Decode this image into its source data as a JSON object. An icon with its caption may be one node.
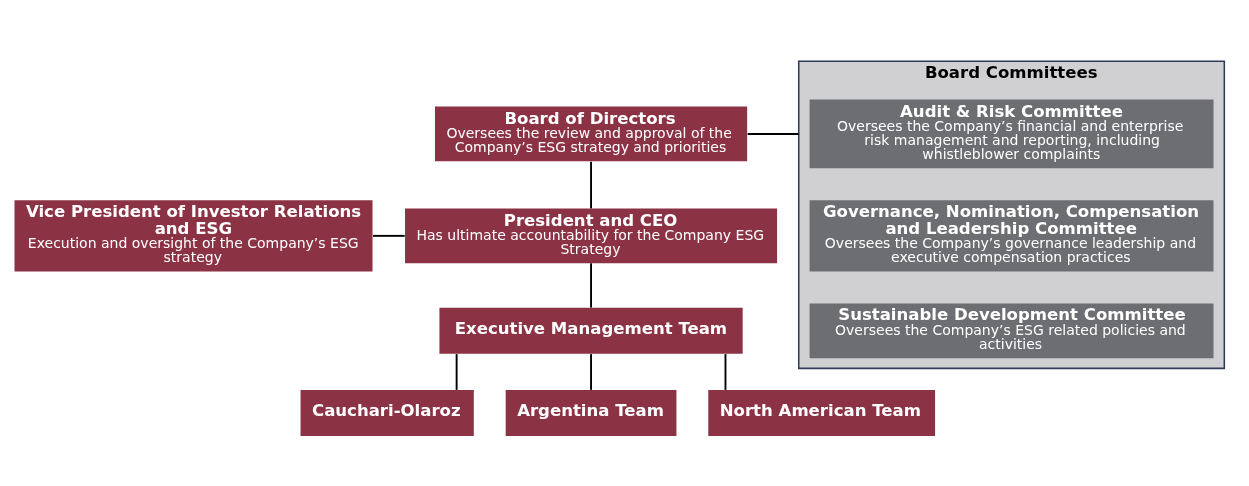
{
  "diagram": {
    "nodes": [
      {
        "text": [
          "Board of Directors",
          "Oversees the review and approval of the Company’s ESG strategy and priorities"
        ]
      },
      {
        "text": [
          "Board Committees"
        ]
      },
      {
        "text": [
          "Audit & Risk Committee",
          "Oversees the Company’s financial and enterprise risk management and reporting, including whistleblower complaints"
        ],
        "in": 1
      },
      {
        "text": [
          "Governance, Nomination, Compensation and Leadership Committee",
          "Oversees the Company’s governance leadership and executive compensation practices"
        ],
        "in": 1
      },
      {
        "text": [
          "Sustainable Development Committee",
          "Oversees the Company’s ESG related policies and activities"
        ],
        "in": 1
      },
      {
        "text": [
          "Vice President of Investor Relations and ESG",
          "Execution and oversight of the Company’s ESG strategy"
        ]
      },
      {
        "text": [
          "President and CEO",
          "Has ultimate accountability for the Company ESG Strategy"
        ]
      },
      {
        "text": [
          "Executive Management Team"
        ]
      },
      {
        "text": [
          "Cauchari-Olaroz"
        ]
      },
      {
        "text": [
          "Argentina Team"
        ]
      },
      {
        "text": [
          "North American Team"
        ]
      }
    ],
    "edges": [
      {
        "from": 0,
        "to": 1,
        "arrow": "none"
      },
      {
        "from": 0,
        "to": 6,
        "arrow": "none"
      },
      {
        "from": 5,
        "to": 6,
        "arrow": "none"
      },
      {
        "from": 6,
        "to": 7,
        "arrow": "none"
      },
      {
        "from": 7,
        "to": 8,
        "arrow": "none"
      },
      {
        "from": 7,
        "to": 9,
        "arrow": "none"
      },
      {
        "from": 7,
        "to": 10,
        "arrow": "none"
      }
    ]
  }
}
